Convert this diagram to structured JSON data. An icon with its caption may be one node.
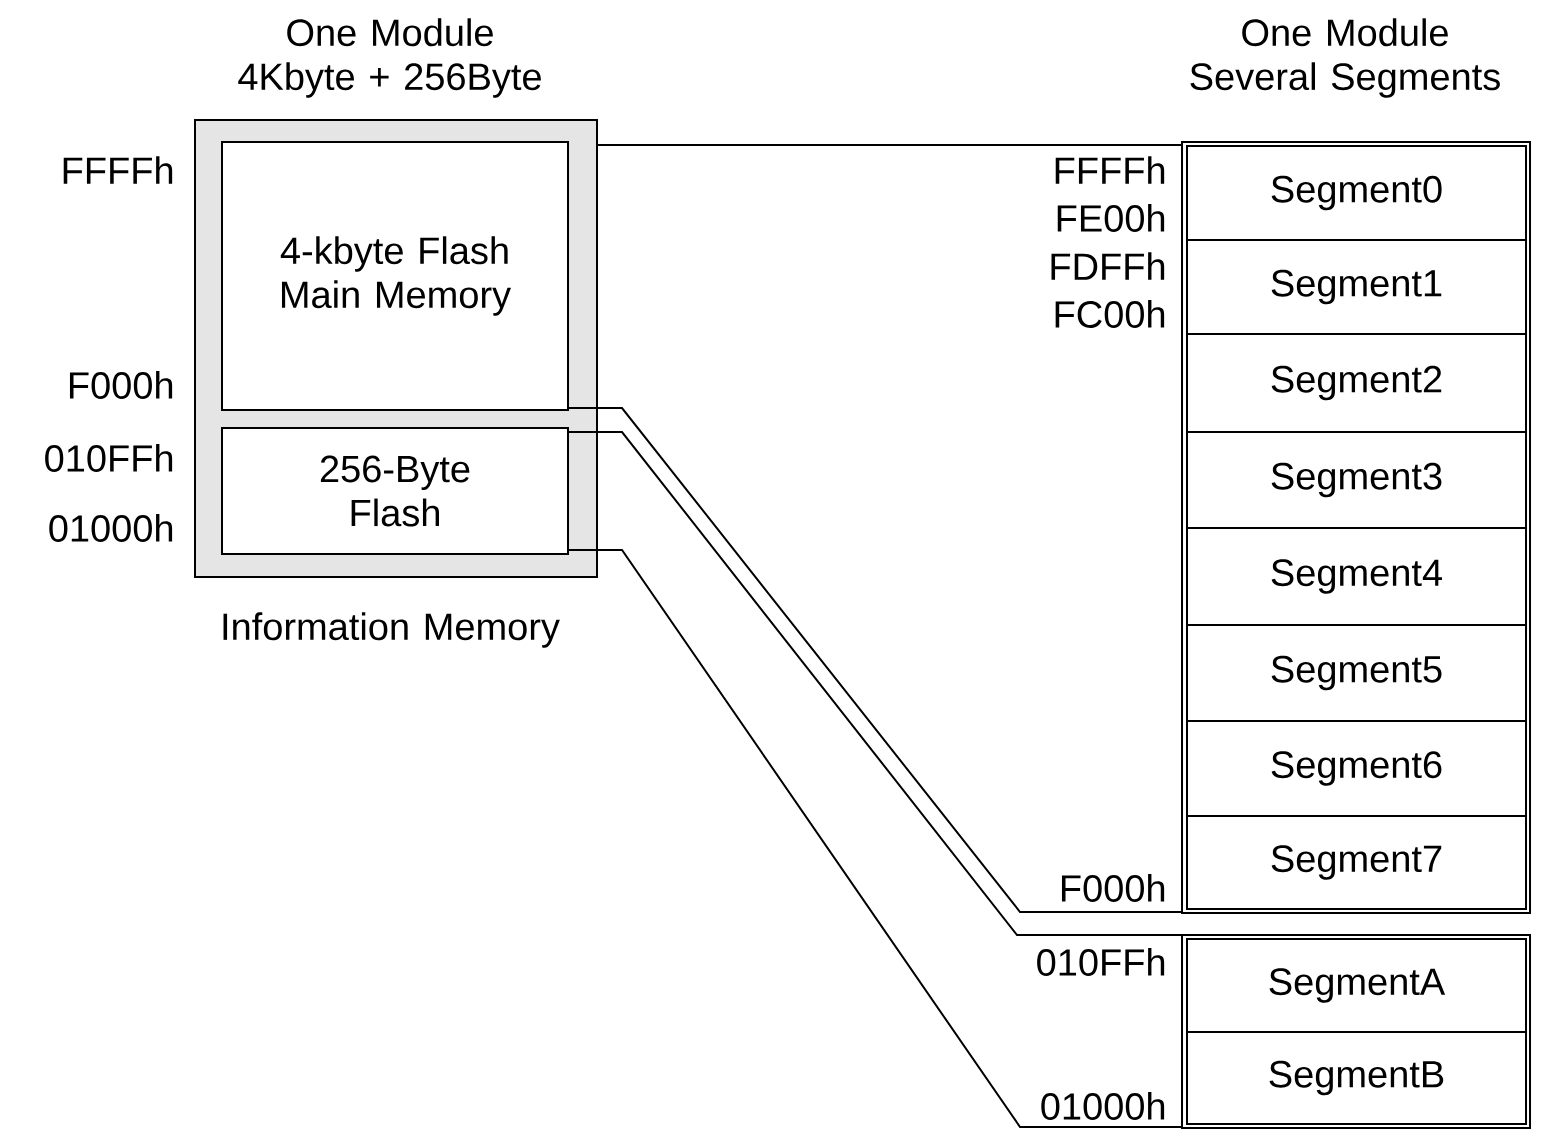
{
  "diagram": {
    "nodes": [
      {
        "text": [],
        "shape": "box"
      },
      {
        "text": [
          "4-kbyte Flash Main Memory"
        ],
        "in": 0
      },
      {
        "text": [
          "256-Byte Flash"
        ],
        "in": 0
      },
      {
        "text": [],
        "shape": "box"
      },
      {
        "text": [
          "Segment0"
        ],
        "in": 3
      },
      {
        "text": [
          "Segment1"
        ],
        "in": 3
      },
      {
        "text": [
          "Segment2"
        ],
        "in": 3
      },
      {
        "text": [
          "Segment3"
        ],
        "in": 3
      },
      {
        "text": [
          "Segment4"
        ],
        "in": 3
      },
      {
        "text": [
          "Segment5"
        ],
        "in": 3
      },
      {
        "text": [
          "Segment6"
        ],
        "in": 3
      },
      {
        "text": [
          "Segment7"
        ],
        "in": 3
      },
      {
        "text": [],
        "shape": "box"
      },
      {
        "text": [
          "SegmentA"
        ],
        "in": 12
      },
      {
        "text": [
          "SegmentB"
        ],
        "in": 12
      }
    ],
    "edges": [
      {
        "from": 0,
        "to": 3,
        "arrow": "none"
      },
      {
        "from": 1,
        "to": 3,
        "arrow": "none"
      },
      {
        "from": 2,
        "to": 12,
        "arrow": "none"
      },
      {
        "from": 2,
        "to": 12,
        "arrow": "none"
      }
    ],
    "labels": [
      "One Module 4Kbyte + 256Byte",
      "One Module Several Segments",
      "FFFFh",
      "F000h",
      "010FFh",
      "01000h",
      "Information Memory",
      "FFFFh",
      "FE00h",
      "FDFFh",
      "FC00h",
      "F000h",
      "010FFh",
      "01000h"
    ]
  }
}
